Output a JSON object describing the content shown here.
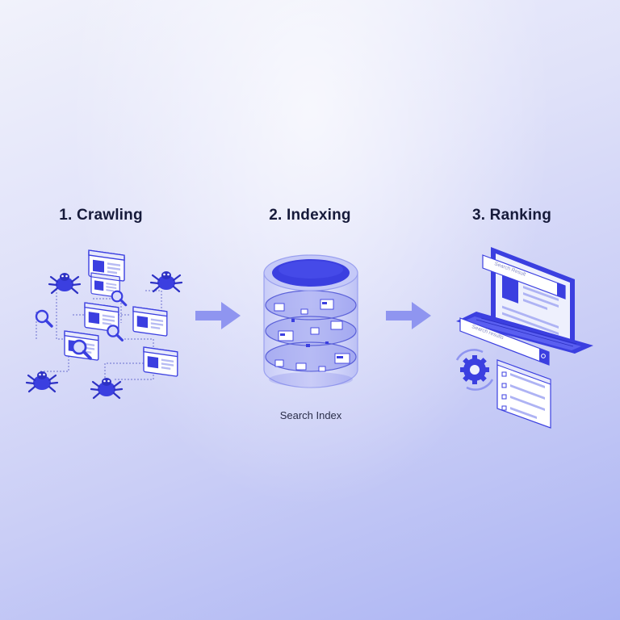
{
  "steps": [
    {
      "title": "1. Crawling"
    },
    {
      "title": "2. Indexing",
      "caption": "Search Index"
    },
    {
      "title": "3. Ranking"
    }
  ],
  "ranking": {
    "search_bar_top": "Search Result",
    "search_bar_bottom": "Search results"
  },
  "icons": [
    "spider-icon",
    "magnifier-icon",
    "webpage-icon",
    "database-icon",
    "laptop-icon",
    "gear-icon",
    "arrow-right-icon"
  ],
  "colors": {
    "accent": "#3b3fe0",
    "accent_light": "#8f95f0",
    "panel": "#ffffff",
    "text": "#161a3a"
  }
}
